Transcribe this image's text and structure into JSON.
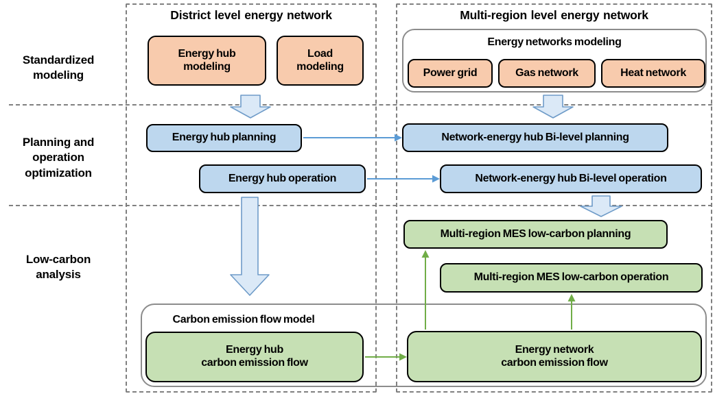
{
  "colors": {
    "text": "#000000",
    "box_border": "#000000",
    "dashed_border": "#7f7f7f",
    "container_border": "#8c8c8c",
    "orange_fill": "#f8cbad",
    "blue_fill": "#bdd7ee",
    "green_fill": "#c6e0b4",
    "block_arrow_fill": "#dbe9f7",
    "block_arrow_stroke": "#6e9bc8",
    "blue_arrow": "#5b9bd5",
    "green_arrow": "#70ad47"
  },
  "rows": {
    "standardized": "Standardized\nmodeling",
    "planning": "Planning and\noperation\noptimization",
    "lowcarbon": "Low-carbon\nanalysis"
  },
  "district": {
    "header": "District level energy network",
    "energy_hub_modeling": "Energy hub\nmodeling",
    "load_modeling": "Load\nmodeling",
    "energy_hub_planning": "Energy hub planning",
    "energy_hub_operation": "Energy hub operation",
    "carbon_model_label": "Carbon emission flow model",
    "energy_hub_cef": "Energy hub\ncarbon emission flow"
  },
  "multi_region": {
    "header": "Multi-region level energy network",
    "networks_modeling_label": "Energy networks modeling",
    "power_grid": "Power grid",
    "gas_network": "Gas network",
    "heat_network": "Heat network",
    "bilevel_planning": "Network-energy hub Bi-level planning",
    "bilevel_operation": "Network-energy hub Bi-level operation",
    "mes_planning": "Multi-region MES low-carbon planning",
    "mes_operation": "Multi-region MES low-carbon operation",
    "energy_network_cef": "Energy network\ncarbon emission flow"
  }
}
